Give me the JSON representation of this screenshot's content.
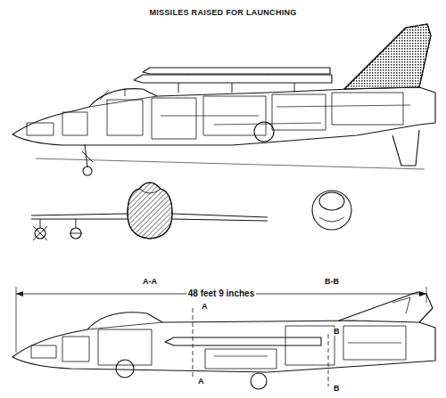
{
  "diagram": {
    "title": "MISSILES RAISED FOR LAUNCHING",
    "labels": [
      "A-A",
      "B-B",
      "48 feet 9 inches",
      "A",
      "A",
      "B",
      "B"
    ]
  }
}
